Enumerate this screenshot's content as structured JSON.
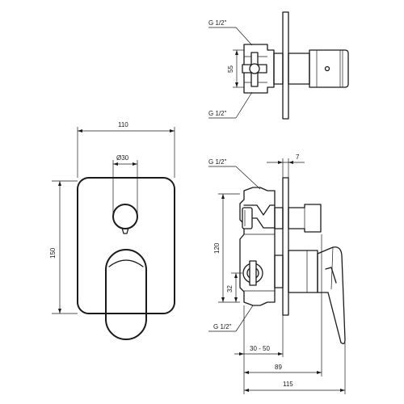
{
  "front_view": {
    "width_label": "110",
    "height_label": "150",
    "knob_diameter_label": "Ø30"
  },
  "top_view": {
    "thread_top_label": "G 1/2\"",
    "thread_bottom_label": "G 1/2\"",
    "spacing_label": "55"
  },
  "side_view": {
    "thread_top_label": "G 1/2\"",
    "thread_bottom_label": "G 1/2\"",
    "plate_thickness_label": "7",
    "height_120_label": "120",
    "height_32_label": "32",
    "depth_range_label": "30 - 50",
    "depth_89_label": "89",
    "depth_115_label": "115"
  }
}
